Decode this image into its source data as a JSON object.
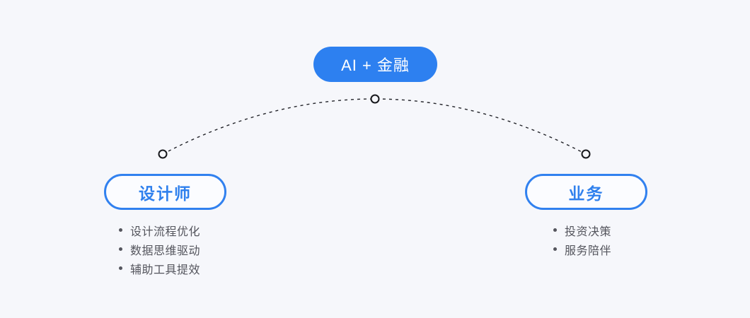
{
  "diagram": {
    "root": {
      "label": "AI + 金融"
    },
    "branches": [
      {
        "label": "设计师",
        "bullets": [
          "设计流程优化",
          "数据思维驱动",
          "辅助工具提效"
        ]
      },
      {
        "label": "业务",
        "bullets": [
          "投资决策",
          "服务陪伴"
        ]
      }
    ]
  },
  "colors": {
    "background": "#f6f7fb",
    "accent_blue": "#2d80f0",
    "pill_fill": "#fbfcff",
    "bullet_text": "#54555d",
    "connector_line": "#23242a"
  }
}
